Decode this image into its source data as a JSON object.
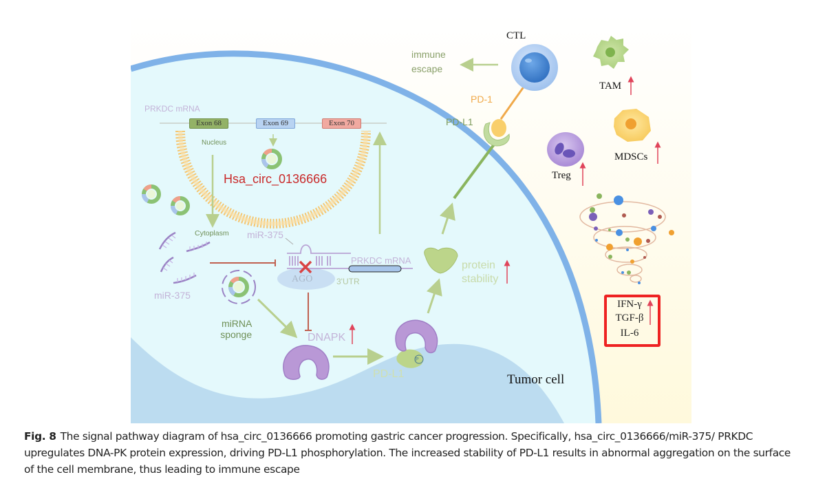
{
  "figure": {
    "labels": {
      "prkdc_mrna_top": "PRKDC mRNA",
      "exons": [
        "Exon 68",
        "Exon 69",
        "Exon 70"
      ],
      "nucleus": "Nucleus",
      "circ_rna": "Hsa_circ_0136666",
      "cytoplasm": "Cytoplasm",
      "mir375_left": "miR-375",
      "mir375_center": "miR-375",
      "prkdc_mrna_3utr": "PRKDC mRNA",
      "ago": "AGO",
      "utr": "3'UTR",
      "mirna_sponge_line1": "miRNA",
      "mirna_sponge_line2": "sponge",
      "dnapk": "DNAPK",
      "pdl1_bottom": "PD-L1",
      "protein_stability_line1": "protein",
      "protein_stability_line2": "stability",
      "tumor_cell": "Tumor cell",
      "immune_escape_line1": "immune",
      "immune_escape_line2": "escape",
      "ctl": "CTL",
      "pd1": "PD-1",
      "pdl1_membrane": "PD-L1",
      "tam": "TAM",
      "mdscs": "MDSCs",
      "treg": "Treg",
      "phospho": "P"
    },
    "cytokines": [
      "IFN-γ",
      "TGF-β",
      "IL-6"
    ],
    "colors": {
      "membrane": "#7fb2e8",
      "cytoplasm_fill": "#e4f9fc",
      "nucleus_region": "#bcdcf0",
      "extracellular": "#fffdf0",
      "up_arrow": "#e0445a",
      "inhibit": "#c0604f",
      "pathway_arrow": "#b8cf8e",
      "highlight_box": "#ee2222"
    }
  },
  "caption": {
    "label": "Fig. 8",
    "text": "The signal pathway diagram of hsa_circ_0136666 promoting gastric cancer progression. Specifically, hsa_circ_0136666/miR-375/ PRKDC upregulates DNA-PK protein expression, driving PD-L1 phosphorylation. The increased stability of PD-L1 results in abnormal aggregation on the surface of the cell membrane, thus leading to immune escape"
  }
}
